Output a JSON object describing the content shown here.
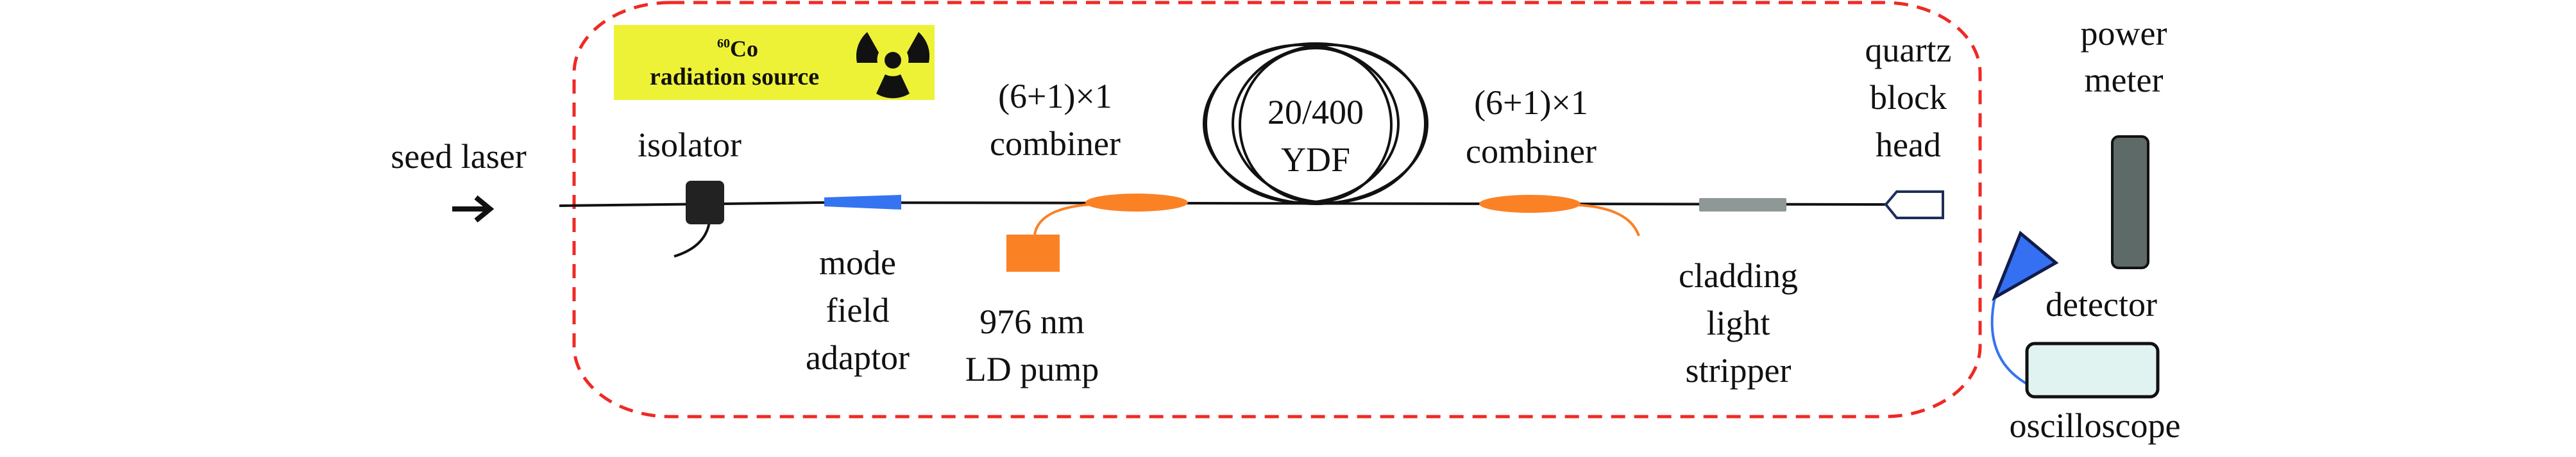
{
  "labels": {
    "seed_laser": "seed laser",
    "isolator": "isolator",
    "mode_field_adaptor": [
      "mode",
      "field",
      "adaptor"
    ],
    "combiner1": [
      "(6+1)×1",
      "combiner"
    ],
    "ld_pump": [
      "976 nm",
      "LD pump"
    ],
    "ydf": [
      "20/400",
      "YDF"
    ],
    "combiner2": [
      "(6+1)×1",
      "combiner"
    ],
    "cladding_light_stripper": [
      "cladding",
      "light",
      "stripper"
    ],
    "quartz_block_head": [
      "quartz",
      "block",
      "head"
    ],
    "power_meter": [
      "power",
      "meter"
    ],
    "detector": "detector",
    "oscilloscope": "oscilloscope"
  },
  "radiation_source": {
    "isotope_mass": "60",
    "isotope": "Co",
    "label": "radiation source",
    "icon": "radiation-trefoil-icon"
  },
  "colors": {
    "enclosure": "#ee2a24",
    "source_bg": "#eef236",
    "isolator": "#222222",
    "mode_field_adaptor": "#3574f0",
    "combiner": "#fb8125",
    "stripper": "#8e9896",
    "quartz_head": "#1f2d5a",
    "power_meter": "#5d6a68",
    "detector": "#3570f2",
    "oscilloscope": "#e1f3f1"
  }
}
